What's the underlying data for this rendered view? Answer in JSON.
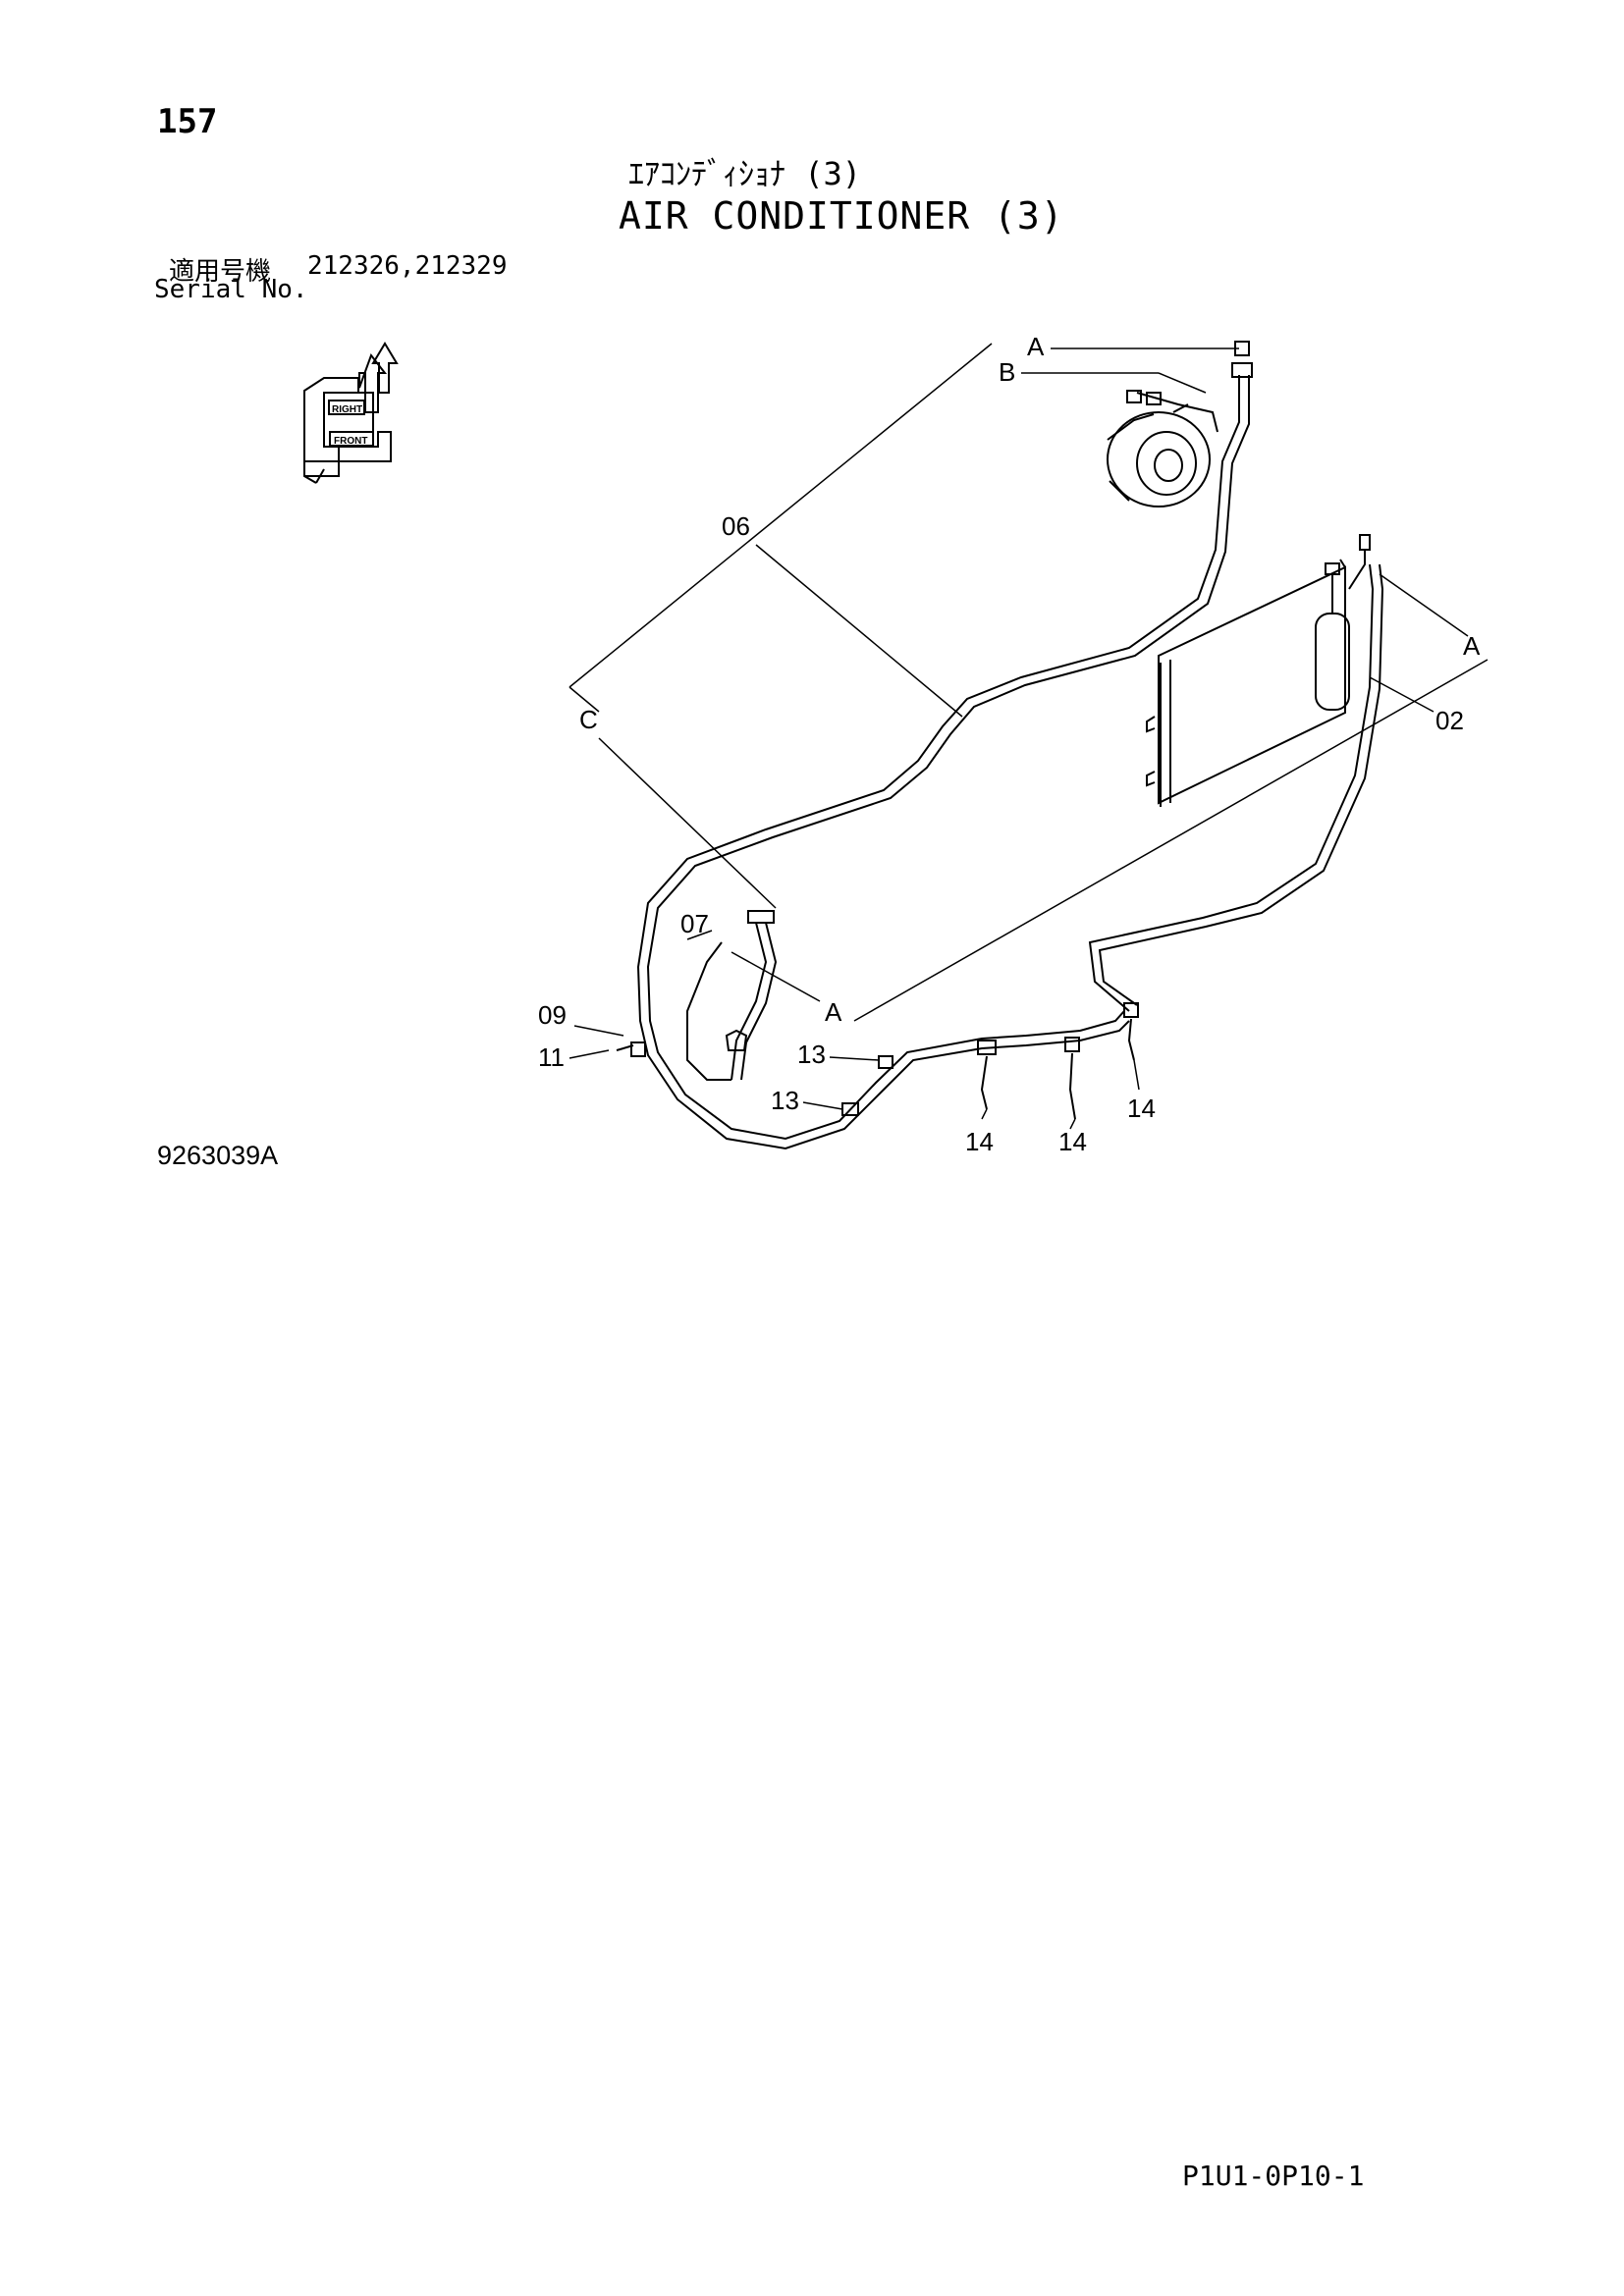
{
  "page": {
    "number": "157",
    "title_jp": "ｴｱｺﾝﾃﾞｨｼｮﾅ (3)",
    "title_en": "AIR CONDITIONER (3)",
    "serial_label_jp": "適用号機",
    "serial_label_en": "Serial No.",
    "serial_numbers": "212326,212329",
    "drawing_number": "9263039A",
    "figure_code": "P1U1-0P10-1"
  },
  "orientation_icon": {
    "labels": [
      "RIGHT",
      "FRONT"
    ]
  },
  "callouts": {
    "ref_A_top": "A",
    "ref_B": "B",
    "ref_A_right": "A",
    "ref_C": "C",
    "ref_A_bottom": "A",
    "p06": "06",
    "p02": "02",
    "p07": "07",
    "p09": "09",
    "p11": "11",
    "p13a": "13",
    "p13b": "13",
    "p14a": "14",
    "p14b": "14",
    "p14c": "14"
  }
}
